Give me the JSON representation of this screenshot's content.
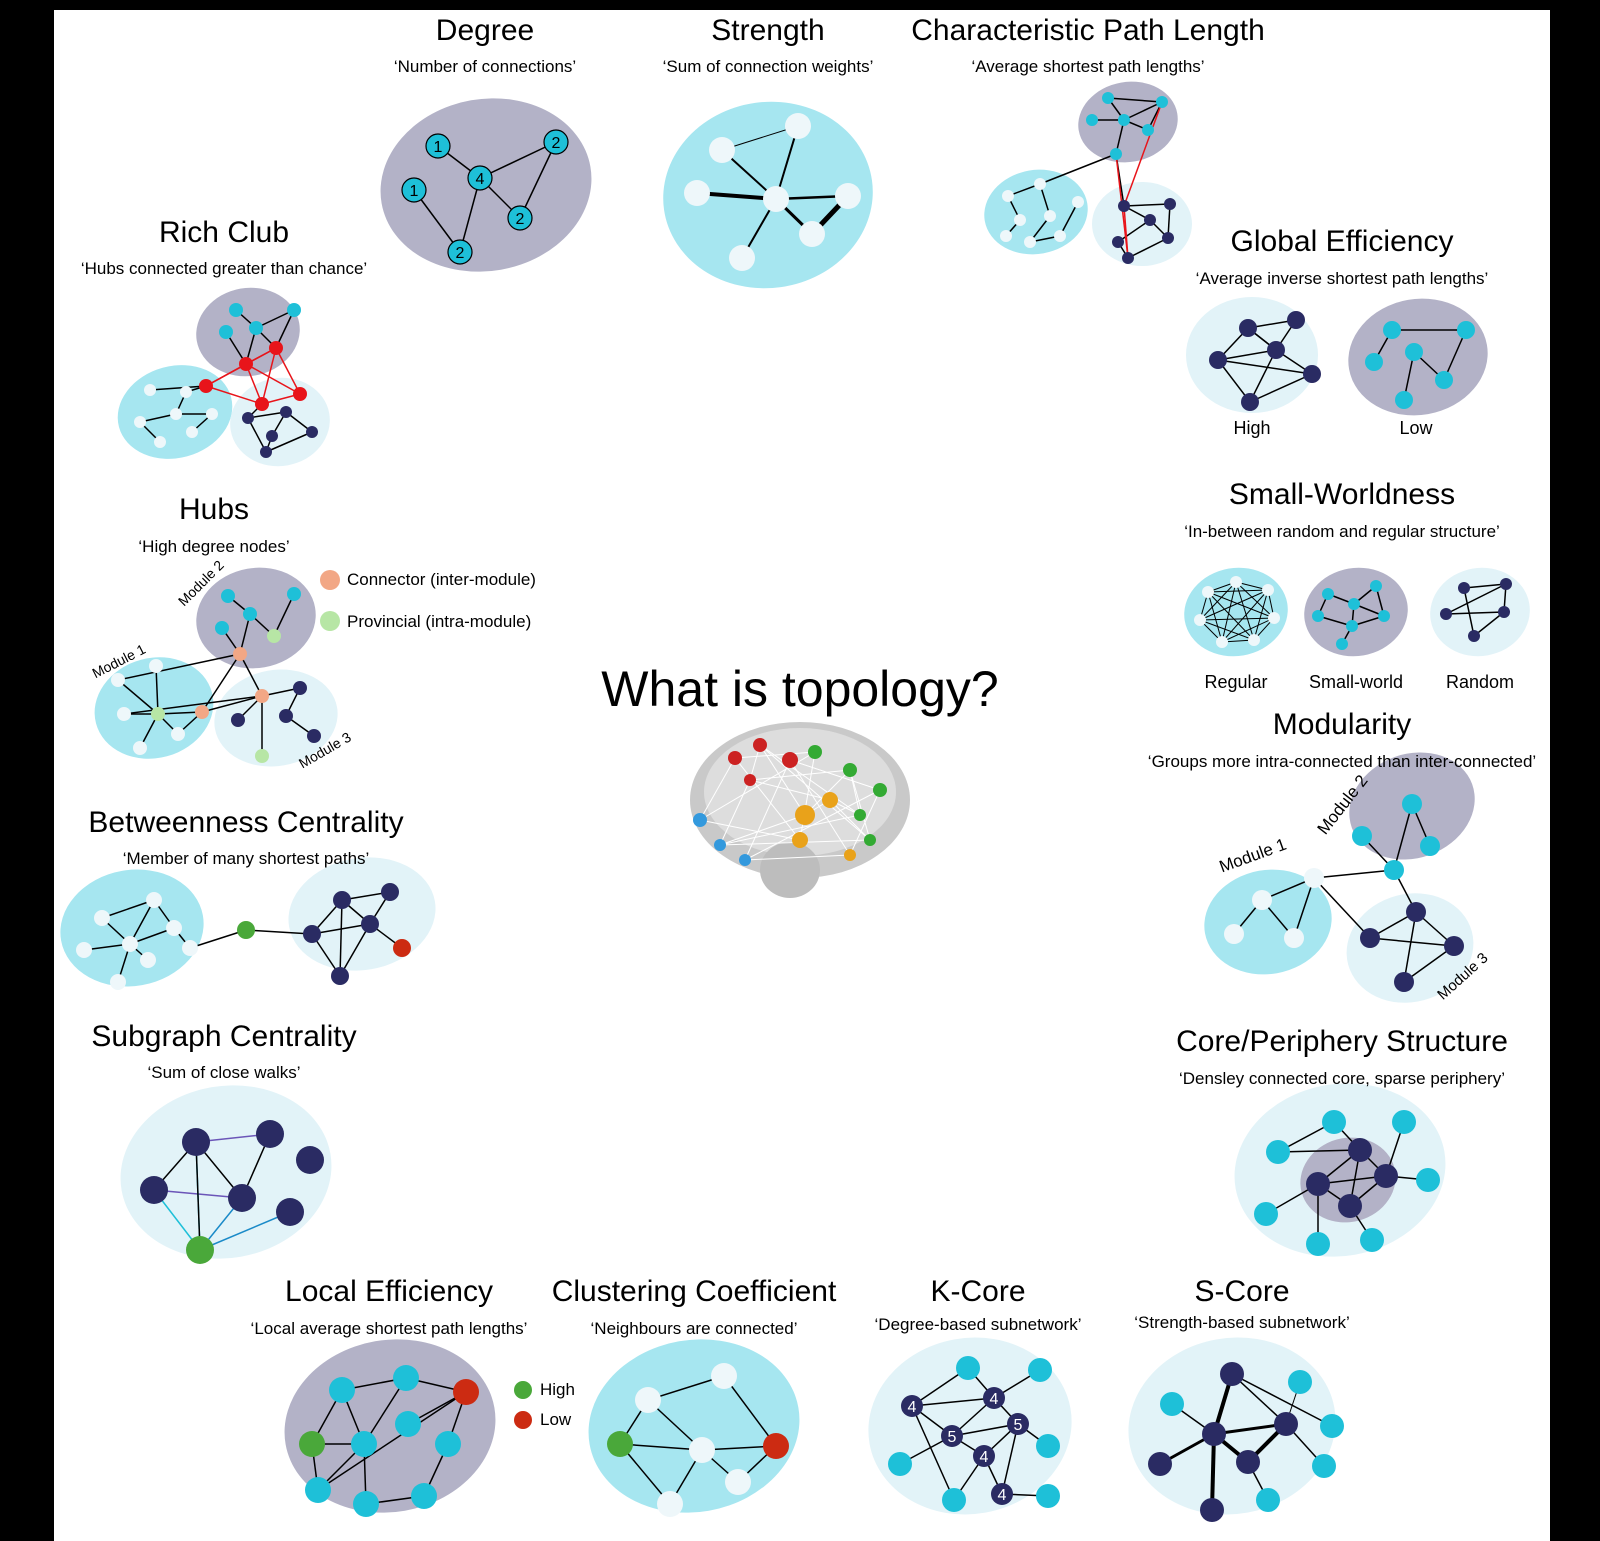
{
  "main_title": "What is topology?",
  "colors": {
    "cyan": "#1ec0d8",
    "navy": "#2a2b63",
    "white_node": "#eef7fa",
    "lavender": "#b3b2c7",
    "light_cyan": "#a6e6f0",
    "pale_blue": "#e2f3f8",
    "red": "#e8141a",
    "green": "#4aa83a",
    "dark_red": "#cc2b12",
    "orange": "#f2a785",
    "light_green": "#b7e6a5"
  },
  "measures": {
    "degree": {
      "title": "Degree",
      "desc": "‘Number of connections’",
      "node_labels": [
        "1",
        "2",
        "4",
        "1",
        "2",
        "2"
      ]
    },
    "strength": {
      "title": "Strength",
      "desc": "‘Sum of connection weights’"
    },
    "cpl": {
      "title": "Characteristic Path Length",
      "desc": "‘Average shortest path lengths’"
    },
    "rich_club": {
      "title": "Rich Club",
      "desc": "‘Hubs connected greater than chance’"
    },
    "global_efficiency": {
      "title": "Global Efficiency",
      "desc": "‘Average inverse shortest path lengths’",
      "labels": [
        "High",
        "Low"
      ]
    },
    "hubs": {
      "title": "Hubs",
      "desc": "‘High degree nodes’",
      "modules": [
        "Module 1",
        "Module 2",
        "Module 3"
      ],
      "legend": [
        "Connector (inter-module)",
        "Provincial (intra-module)"
      ]
    },
    "small_worldness": {
      "title": "Small-Worldness",
      "desc": "‘In-between random and regular structure’",
      "labels": [
        "Regular",
        "Small-world",
        "Random"
      ]
    },
    "modularity": {
      "title": "Modularity",
      "desc": "‘Groups more intra-connected than inter-connected’",
      "modules": [
        "Module 1",
        "Module 2",
        "Module 3"
      ]
    },
    "betweenness": {
      "title": "Betweenness Centrality",
      "desc": "‘Member of many shortest paths’"
    },
    "subgraph": {
      "title": "Subgraph Centrality",
      "desc": "‘Sum of close walks’"
    },
    "core_periphery": {
      "title": "Core/Periphery Structure",
      "desc": "‘Densley connected core, sparse periphery’"
    },
    "local_efficiency": {
      "title": "Local Efficiency",
      "desc": "‘Local average shortest path lengths’",
      "legend": [
        "High",
        "Low"
      ]
    },
    "clustering": {
      "title": "Clustering Coefficient",
      "desc": "‘Neighbours are connected’"
    },
    "k_core": {
      "title": "K-Core",
      "desc": "‘Degree-based subnetwork’",
      "node_labels": [
        "4",
        "4",
        "5",
        "5",
        "4",
        "4"
      ]
    },
    "s_core": {
      "title": "S-Core",
      "desc": "‘Strength-based subnetwork’"
    }
  }
}
